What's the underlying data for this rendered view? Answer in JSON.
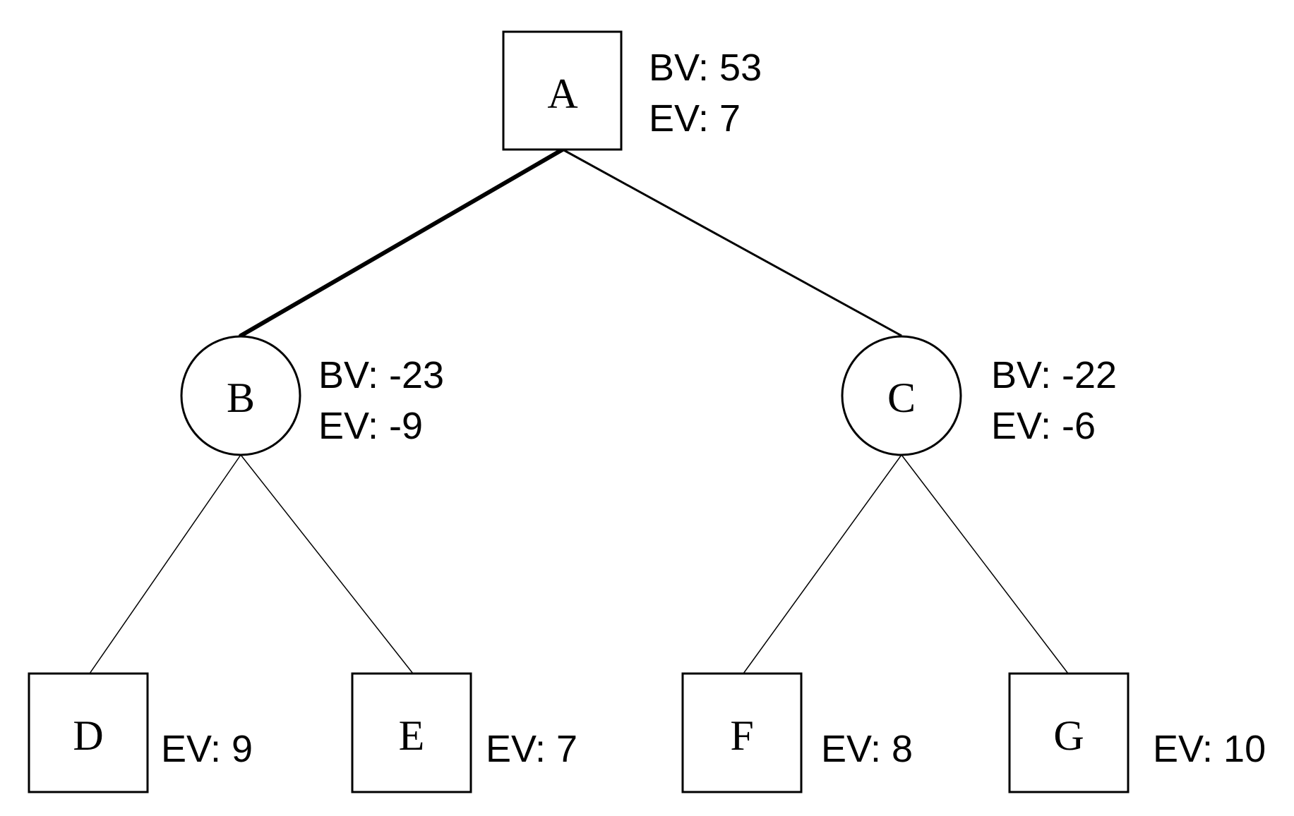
{
  "nodes": {
    "A": {
      "label": "A",
      "shape": "square",
      "bv": "BV: 53",
      "ev": "EV: 7"
    },
    "B": {
      "label": "B",
      "shape": "circle",
      "bv": "BV: -23",
      "ev": "EV: -9"
    },
    "C": {
      "label": "C",
      "shape": "circle",
      "bv": "BV: -22",
      "ev": "EV: -6"
    },
    "D": {
      "label": "D",
      "shape": "square",
      "ev": "EV: 9"
    },
    "E": {
      "label": "E",
      "shape": "square",
      "ev": "EV: 7"
    },
    "F": {
      "label": "F",
      "shape": "square",
      "ev": "EV: 8"
    },
    "G": {
      "label": "G",
      "shape": "square",
      "ev": "EV: 10"
    }
  },
  "edges": [
    {
      "from": "A",
      "to": "B",
      "highlighted": true
    },
    {
      "from": "A",
      "to": "C",
      "highlighted": false
    },
    {
      "from": "B",
      "to": "D",
      "highlighted": false
    },
    {
      "from": "B",
      "to": "E",
      "highlighted": false
    },
    {
      "from": "C",
      "to": "F",
      "highlighted": false
    },
    {
      "from": "C",
      "to": "G",
      "highlighted": false
    }
  ]
}
